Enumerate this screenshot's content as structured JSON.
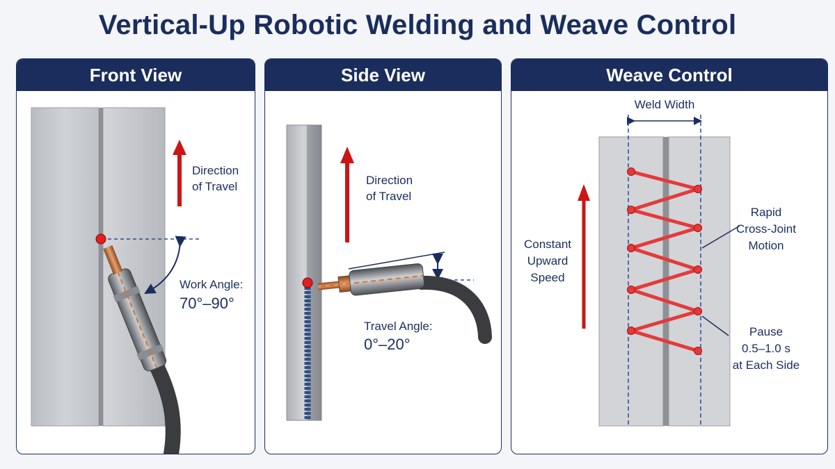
{
  "title": "Vertical-Up Robotic Welding and Weave Control",
  "front_view": {
    "heading": "Front View",
    "direction_label": [
      "Direction",
      "of Travel"
    ],
    "work_angle_label": "Work Angle:",
    "work_angle_value": "70°–90°"
  },
  "side_view": {
    "heading": "Side View",
    "direction_label": [
      "Direction",
      "of Travel"
    ],
    "travel_angle_label": "Travel Angle:",
    "travel_angle_value": "0°–20°"
  },
  "weave_control": {
    "heading": "Weave Control",
    "weld_width_label": "Weld Width",
    "speed_label": [
      "Constant",
      "Upward",
      "Speed"
    ],
    "motion_label": [
      "Rapid",
      "Cross-Joint",
      "Motion"
    ],
    "pause_label": [
      "Pause",
      "0.5–1.0 s",
      "at Each Side"
    ]
  },
  "colors": {
    "navy": "#1a2d5c",
    "arrow_red": "#cc1515",
    "dash_blue": "#2a4a9a",
    "weave_red": "#e53a3a",
    "dash_orange": "#e07020"
  }
}
